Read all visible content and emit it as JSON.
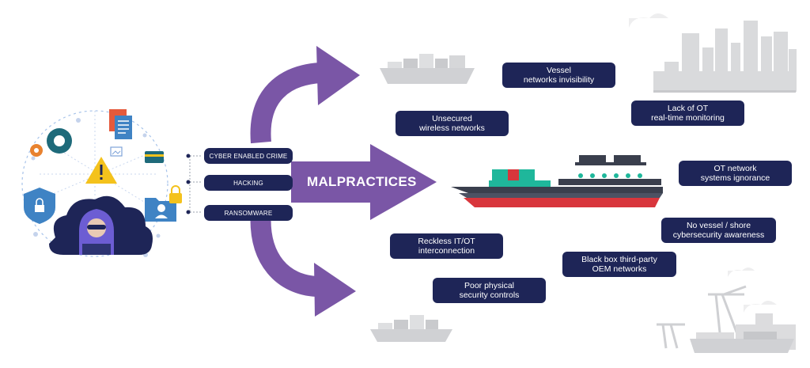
{
  "threats": [
    "CYBER ENABLED CRIME",
    "HACKING",
    "RANSOMWARE"
  ],
  "center_label": "MALPRACTICES",
  "malpractices": [
    {
      "line1": "Vessel",
      "line2": "networks invisibility"
    },
    {
      "line1": "Unsecured",
      "line2": "wireless networks"
    },
    {
      "line1": "Lack of OT",
      "line2": "real-time monitoring"
    },
    {
      "line1": "OT network",
      "line2": "systems ignorance"
    },
    {
      "line1": "No vessel / shore",
      "line2": "cybersecurity awareness"
    },
    {
      "line1": "Reckless IT/OT",
      "line2": "interconnection"
    },
    {
      "line1": "Black box third-party",
      "line2": "OEM networks"
    },
    {
      "line1": "Poor physical",
      "line2": "security controls"
    }
  ],
  "colors": {
    "navy": "#1e2557",
    "purple": "#7a56a6",
    "ship_hull": "#3a3f4d",
    "ship_red": "#d8363c",
    "container_teal": "#1fb79b",
    "container_red": "#d8363c",
    "gray": "#d9dadc"
  },
  "icons": [
    "gear-icon",
    "document-icon",
    "warning-icon",
    "shield-lock-icon",
    "folder-user-icon",
    "padlock-icon",
    "credit-card-icon",
    "hacker-icon",
    "cloud-icon",
    "image-icon"
  ]
}
